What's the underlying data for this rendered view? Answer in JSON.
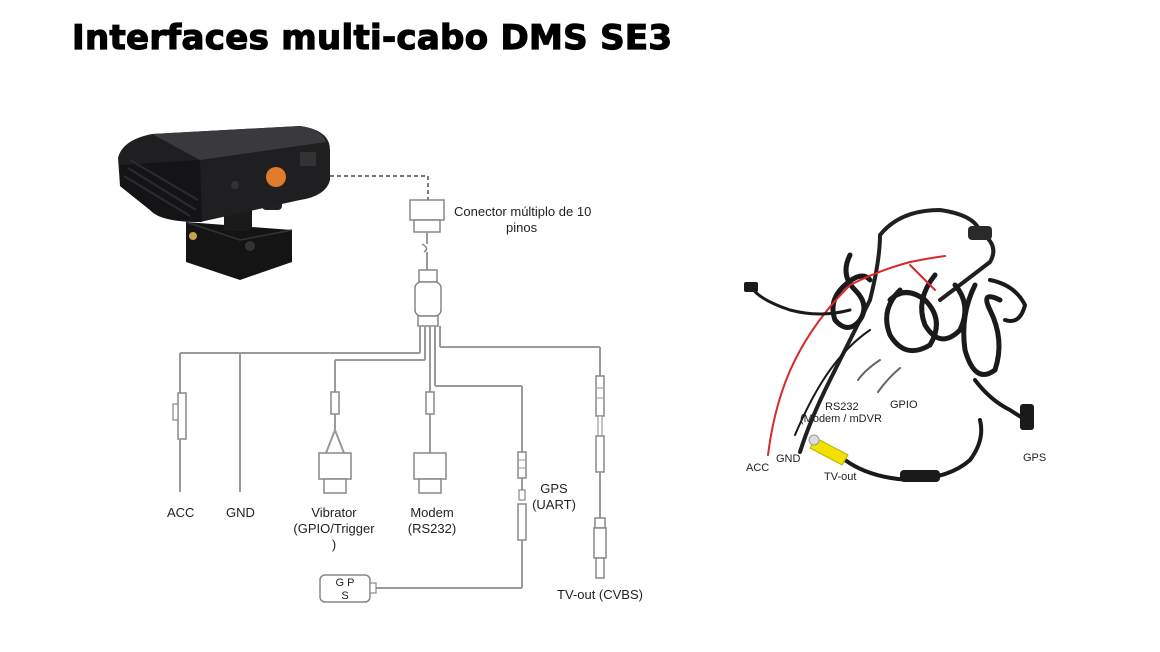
{
  "title": "Interfaces multi-cabo DMS SE3",
  "diagram": {
    "connector": [
      "Conector múltiplo de 10",
      "pinos"
    ],
    "acc": "ACC",
    "gnd": "GND",
    "vibrator": [
      "Vibrator",
      "(GPIO/Trigger",
      ")"
    ],
    "modem": [
      "Modem",
      "(RS232)"
    ],
    "gps": [
      "GPS",
      "(UART)"
    ],
    "gps_module": [
      "G P",
      "S"
    ],
    "tvout": "TV-out (CVBS)"
  },
  "photo_labels": {
    "rs232": [
      "RS232",
      "(Modem / mDVR"
    ],
    "gpio": "GPIO",
    "gps": "GPS",
    "acc": "ACC",
    "gnd": "GND",
    "tvout": "TV-out"
  },
  "colors": {
    "line": "#9a9a9a",
    "device_body": "#1d1d1f",
    "device_button": "#e07a2c",
    "cable": "#202020",
    "red_wire": "#d42a2a",
    "rca_yellow": "#f2e100"
  }
}
